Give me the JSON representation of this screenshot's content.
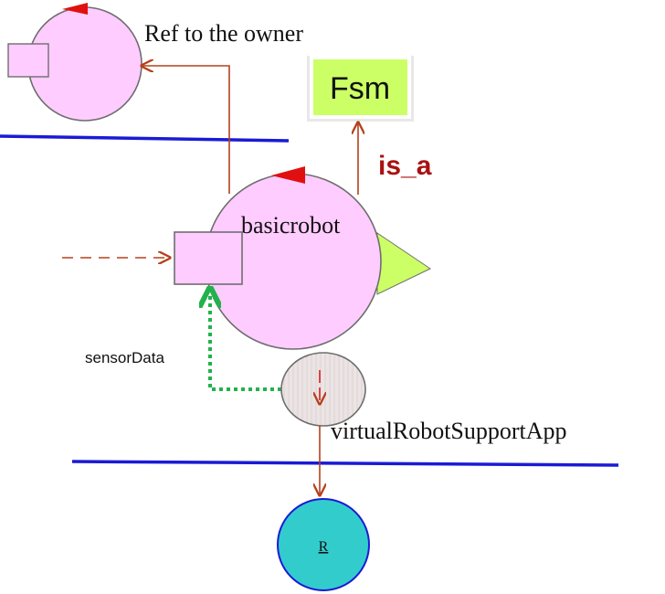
{
  "labels": {
    "owner_ref": "Ref to the owner",
    "fsm": "Fsm",
    "is_a": "is_a",
    "basicrobot": "basicrobot",
    "sensor_data": "sensorData",
    "support_app": "virtualRobotSupportApp",
    "r_node": "R"
  },
  "colors": {
    "actor_fill": "#ffccff",
    "actor_stroke": "#6e6e6e",
    "port_fill": "#ffccff",
    "fsm_fill": "#ccff66",
    "arrow": "#b5401b",
    "dotted_link": "#22b24c",
    "divider": "#1a1ad6",
    "is_a_text": "#aa1111",
    "pointer_red": "#e01010",
    "output_triangle": "#ccff66",
    "r_fill": "#33cccc",
    "r_stroke": "#1a1ad6",
    "support_fill": "#ece4e4"
  }
}
